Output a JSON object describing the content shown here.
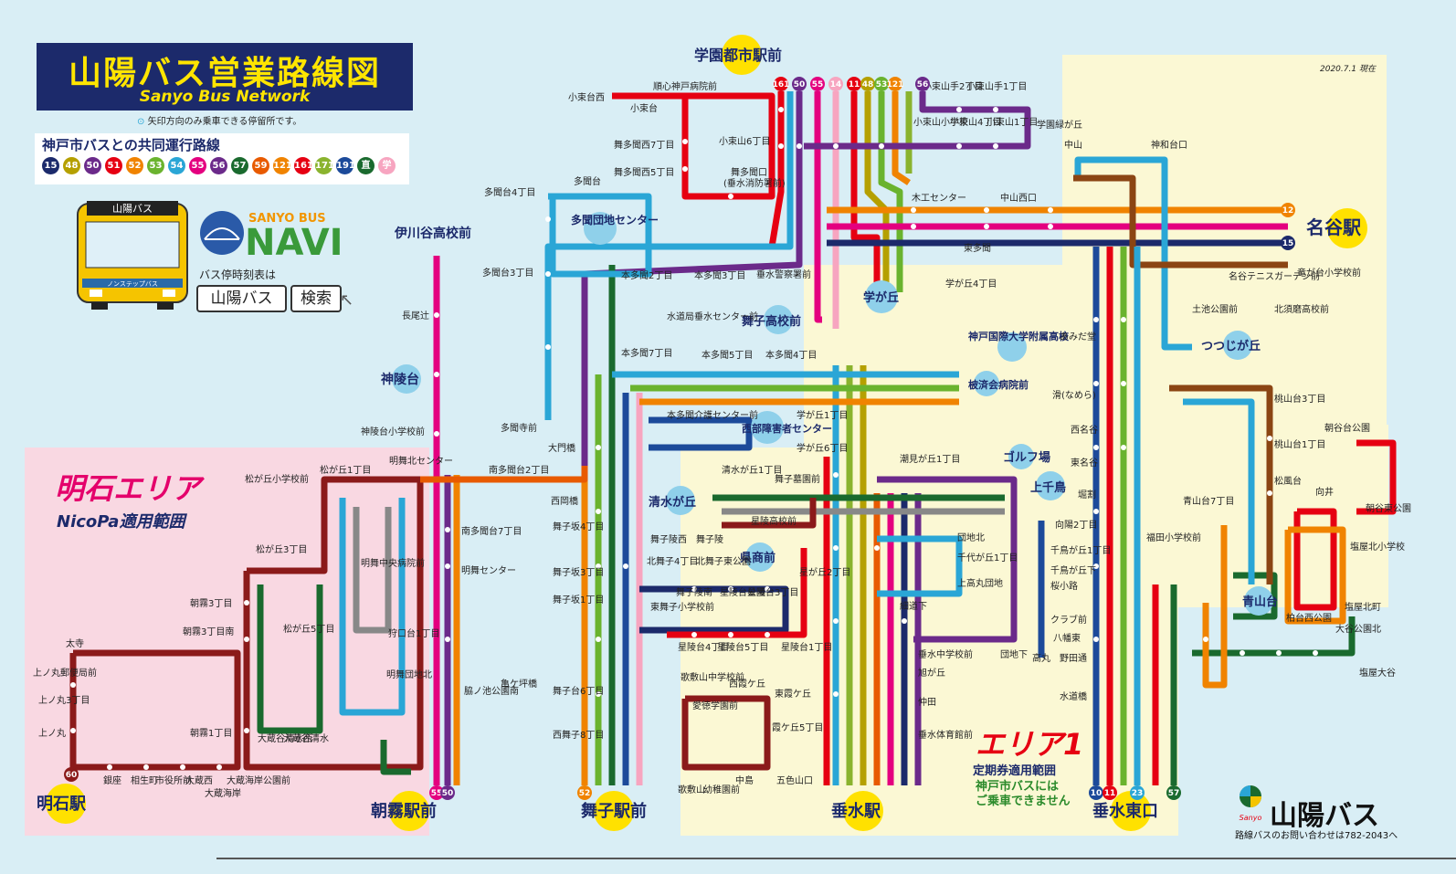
{
  "title": {
    "jp": "山陽バス営業路線図",
    "en": "Sanyo Bus Network"
  },
  "oneway_note": "矢印方向のみ乗車できる停留所です。",
  "date": "2020.7.1 現在",
  "joint_routes": {
    "title": "神戸市バスとの共同運行路線",
    "badges": [
      {
        "label": "15",
        "color": "#1c2a6b"
      },
      {
        "label": "48",
        "color": "#b5a000"
      },
      {
        "label": "50",
        "color": "#6b2a8a"
      },
      {
        "label": "51",
        "color": "#e60012"
      },
      {
        "label": "52",
        "color": "#f08300"
      },
      {
        "label": "53",
        "color": "#6ab32e"
      },
      {
        "label": "54",
        "color": "#2aa6d6"
      },
      {
        "label": "55",
        "color": "#e4007f"
      },
      {
        "label": "56",
        "color": "#6b2a8a"
      },
      {
        "label": "57",
        "color": "#1a6a2e"
      },
      {
        "label": "59",
        "color": "#e85a00"
      },
      {
        "label": "121",
        "color": "#f08300"
      },
      {
        "label": "161",
        "color": "#e60012"
      },
      {
        "label": "171",
        "color": "#8ab32e"
      },
      {
        "label": "191",
        "color": "#1c4a9a"
      },
      {
        "label": "直",
        "color": "#1a6a2e"
      },
      {
        "label": "学",
        "color": "#f7a5c0"
      }
    ]
  },
  "bus": {
    "sign": "山陽バス",
    "side": "ノンステップバス"
  },
  "navi": {
    "en": "SANYO BUS",
    "big": "NAVI",
    "note": "バス停時刻表は",
    "search1": "山陽バス",
    "search2": "検索"
  },
  "areas": {
    "akashi": {
      "title": "明石エリア",
      "sub": "NicoPa適用範囲"
    },
    "area1": {
      "title": "エリア1",
      "note1": "定期券適用範囲",
      "note2": "神戸市バスには",
      "note3": "ご乗車できません"
    }
  },
  "logo": {
    "name": "山陽バス",
    "contact": "路線バスのお問い合わせは782-2043へ",
    "mark": "Sanyo"
  },
  "hubs": [
    {
      "id": "gakuen",
      "name": "学園都市駅前"
    },
    {
      "id": "nayaku",
      "name": "名谷駅"
    },
    {
      "id": "maiko",
      "name": "舞子駅前"
    },
    {
      "id": "tarumi",
      "name": "垂水駅"
    },
    {
      "id": "tarumihigashi",
      "name": "垂水東口"
    },
    {
      "id": "asagiri",
      "name": "朝霧駅前"
    },
    {
      "id": "akashi",
      "name": "明石駅"
    }
  ],
  "subhubs": [
    {
      "id": "ikawadani",
      "name": "伊川谷高校前"
    },
    {
      "id": "shinryodai",
      "name": "神陵台"
    },
    {
      "id": "tamon",
      "name": "多聞団地センター"
    },
    {
      "id": "gakugaoka",
      "name": "学が丘"
    },
    {
      "id": "maikokoko",
      "name": "舞子高校前"
    },
    {
      "id": "shinkoku",
      "name": "神戸国際大学附属高校"
    },
    {
      "id": "hiseikai",
      "name": "柀済会病院前"
    },
    {
      "id": "tsutsuji",
      "name": "つつじが丘"
    },
    {
      "id": "seibu",
      "name": "西部障害者センター"
    },
    {
      "id": "golf",
      "name": "ゴルフ場"
    },
    {
      "id": "kamisenbo",
      "name": "上千鳥"
    },
    {
      "id": "shimizu",
      "name": "清水が丘"
    },
    {
      "id": "kenshou",
      "name": "県商前"
    },
    {
      "id": "aoyamadai",
      "name": "青山台"
    }
  ],
  "stops": [
    "小束台西",
    "順心神戸病院前",
    "小束台",
    "小束山6丁目",
    "舞多聞西7丁目",
    "舞多聞西5丁目",
    "舞多聞口",
    "(垂水消防署前)",
    "小束山手2丁目",
    "小束山手1丁目",
    "小束山小学校",
    "小束山4丁目",
    "小束山1丁目",
    "学園緑が丘",
    "多聞台4丁目",
    "多聞台",
    "多聞台3丁目",
    "多聞寺前",
    "本多聞2丁目",
    "本多聞3丁目",
    "垂水警察署前",
    "水道局垂水センター前",
    "本多聞7丁目",
    "本多聞5丁目",
    "本多聞4丁目",
    "本多聞介護センター前",
    "大門橋",
    "南多聞台2丁目",
    "明舞北センター",
    "南多聞台7丁目",
    "明舞センター",
    "西岡橋",
    "舞子坂4丁目",
    "舞子坂3丁目",
    "舞子坂1丁目",
    "舞子台6丁目",
    "西舞子8丁目",
    "舞子陵西",
    "舞子陵",
    "北舞子4丁目",
    "北舞子東公園",
    "舞子陵南",
    "星陵台公園",
    "星陵台3丁目",
    "星陵台1丁目",
    "星陵台4丁目",
    "星陵台5丁目",
    "東舞子小学校前",
    "星陵高校前",
    "星が丘2丁目",
    "清水が丘1丁目",
    "舞子墓園前",
    "学が丘1丁目",
    "学が丘6丁目",
    "学が丘4丁目",
    "木工センター",
    "中山西口",
    "中山",
    "神和台口",
    "東多聞",
    "潮見が丘1丁目",
    "団地北",
    "千代が丘1丁目",
    "上高丸団地",
    "細道下",
    "垂水中学校前",
    "旭が丘",
    "仲田",
    "垂水体育館前",
    "団地下",
    "高丸",
    "野田通",
    "水道橋",
    "八幡東",
    "クラブ前",
    "桜小路",
    "千鳥が丘1丁目",
    "千鳥が丘下",
    "向陽2丁目",
    "堀割",
    "東名谷",
    "西名谷",
    "滑(なめら)",
    "あみだ堂",
    "土池公園前",
    "名谷テニスガーデン前",
    "北須磨高校前",
    "竜が台小学校前",
    "桃山台3丁目",
    "桃山台1丁目",
    "松風台",
    "朝谷台公園",
    "向井",
    "朝谷東公園",
    "塩屋北小学校",
    "塩屋北町",
    "大谷公園北",
    "塩屋大谷",
    "青山台7丁目",
    "福田小学校前",
    "柏台西公園",
    "長尾辻",
    "神陵台小学校前",
    "松が丘1丁目",
    "松が丘小学校前",
    "松が丘3丁目",
    "松が丘5丁目",
    "朝霧3丁目",
    "朝霧3丁目南",
    "朝霧1丁目",
    "太寺",
    "上ノ丸郵便局前",
    "上ノ丸3丁目",
    "上ノ丸",
    "銀座",
    "相生町",
    "市役所前",
    "大蔵西",
    "大蔵海岸",
    "大蔵海岸公園前",
    "大蔵谷清水西",
    "大蔵谷清水",
    "狩口台1丁目",
    "明舞団地北",
    "明舞中央病院前",
    "亀ケ坪橋",
    "脇ノ池公園南",
    "五色山口",
    "中島",
    "幼稚園前",
    "霞ケ丘5丁目",
    "東霞ケ丘",
    "西霞ケ丘",
    "愛徳学園前",
    "歌敷山中学校前",
    "歌敷山"
  ]
}
